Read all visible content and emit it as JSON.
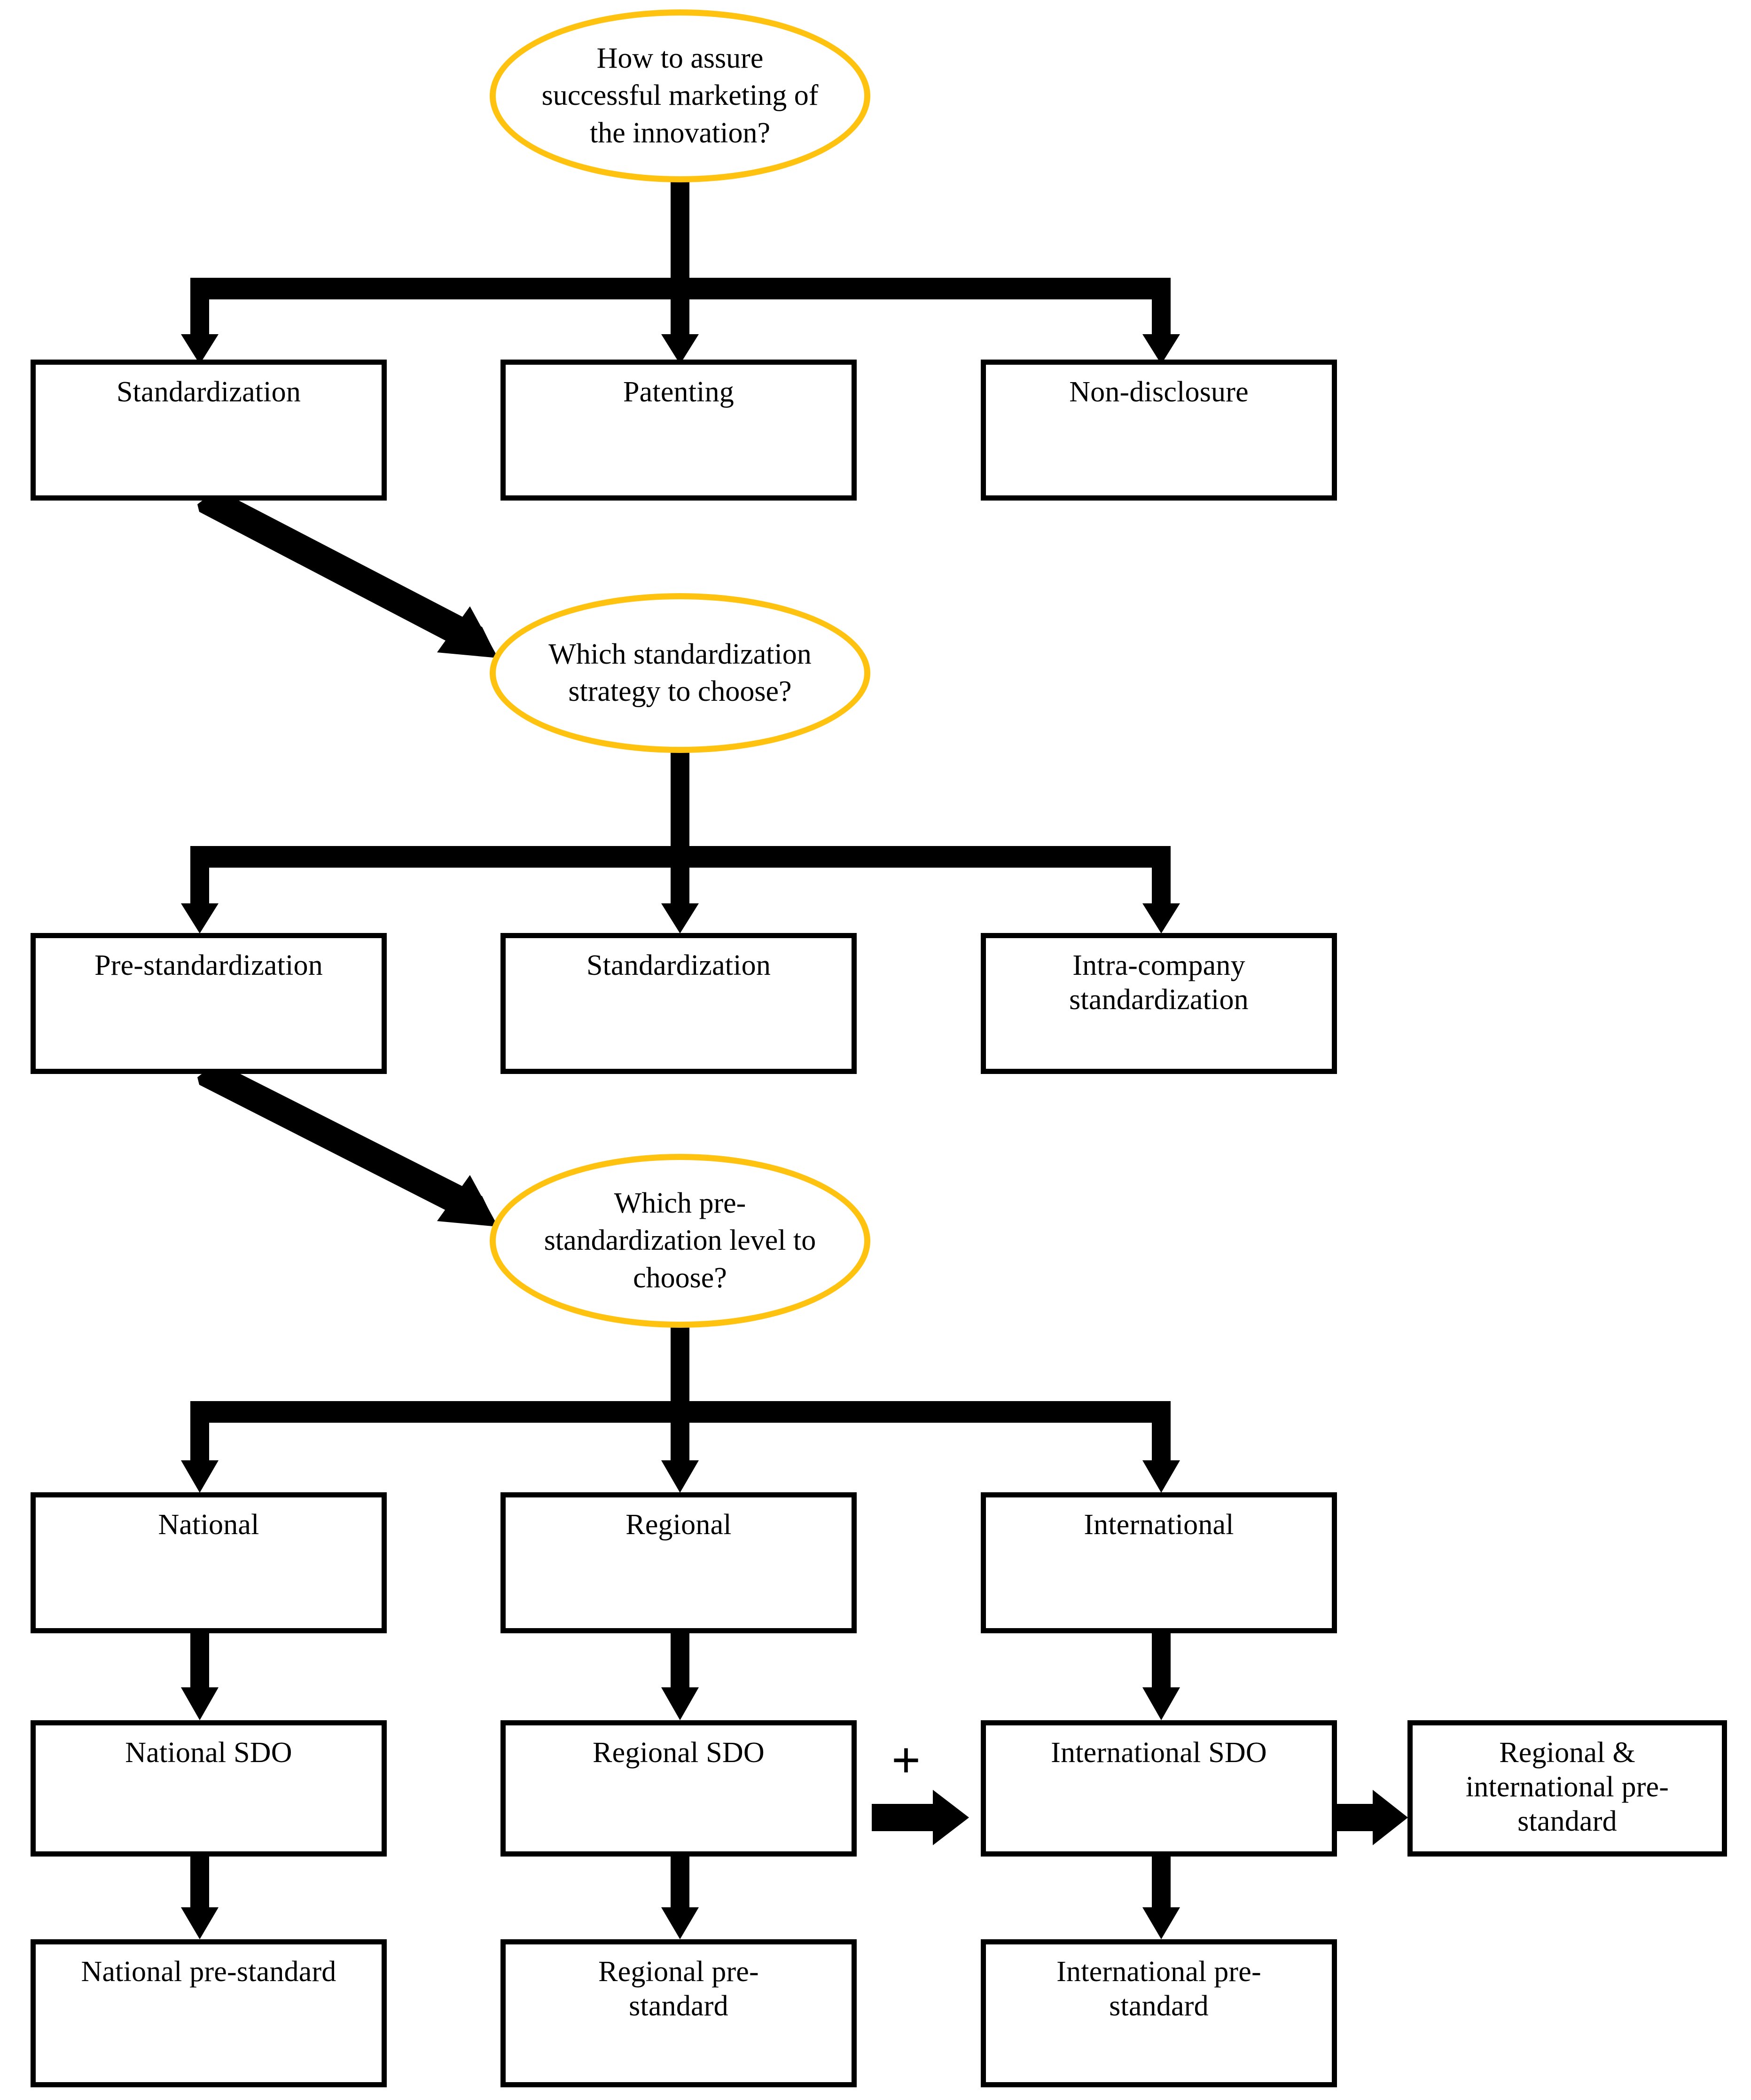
{
  "diagram": {
    "type": "flowchart",
    "title": "How to assure successful marketing of the innovation?",
    "background_color": "#FFFFFF",
    "decision_color": "#FFC20E",
    "node_border_color": "#000000",
    "connector_color": "#000000",
    "operators": {
      "combine": "+"
    },
    "decisions": [
      {
        "id": "d1",
        "label": "How to assure\nsuccessful marketing of\nthe innovation?"
      },
      {
        "id": "d2",
        "label": "Which standardization\nstrategy to choose?"
      },
      {
        "id": "d3",
        "label": "Which pre-\nstandardization level to\nchoose?"
      }
    ],
    "level1": [
      {
        "id": "n-standardization",
        "label": "Standardization"
      },
      {
        "id": "n-patenting",
        "label": "Patenting"
      },
      {
        "id": "n-nondisclosure",
        "label": "Non-disclosure"
      }
    ],
    "level2": [
      {
        "id": "n-pre-standardization",
        "label": "Pre-standardization"
      },
      {
        "id": "n-standardization-2",
        "label": "Standardization"
      },
      {
        "id": "n-intra-company",
        "label": "Intra-company\nstandardization"
      }
    ],
    "level3": [
      {
        "id": "n-national",
        "label": "National"
      },
      {
        "id": "n-regional",
        "label": "Regional"
      },
      {
        "id": "n-international",
        "label": "International"
      }
    ],
    "level4": [
      {
        "id": "n-national-sdo",
        "label": "National SDO"
      },
      {
        "id": "n-regional-sdo",
        "label": "Regional SDO"
      },
      {
        "id": "n-international-sdo",
        "label": "International SDO"
      },
      {
        "id": "n-regional-international-prestandard",
        "label": "Regional &\ninternational pre-\nstandard"
      }
    ],
    "level5": [
      {
        "id": "n-national-prestandard",
        "label": "National pre-standard"
      },
      {
        "id": "n-regional-prestandard",
        "label": "Regional pre-\nstandard"
      },
      {
        "id": "n-international-prestandard",
        "label": "International pre-\nstandard"
      }
    ]
  }
}
